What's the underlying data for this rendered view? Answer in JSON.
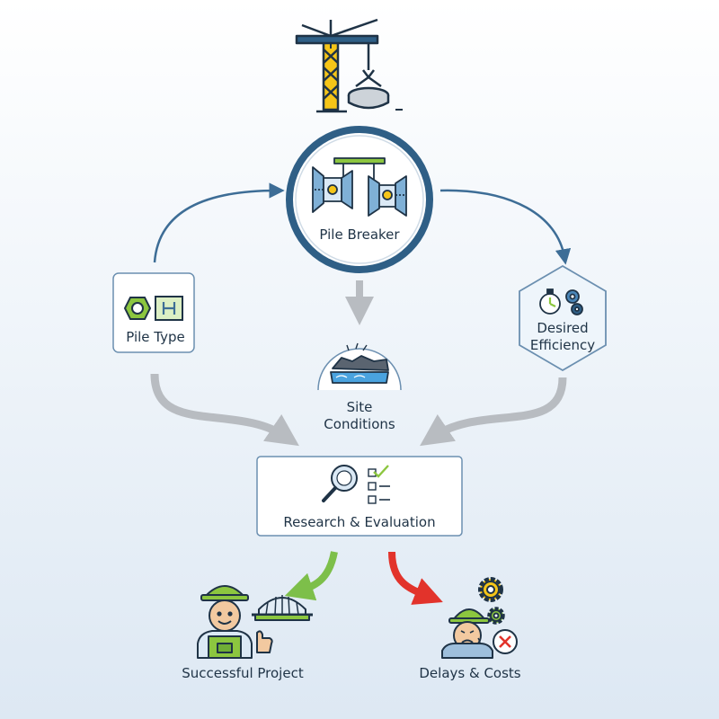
{
  "nodes": {
    "pile_breaker": "Pile Breaker",
    "pile_type": "Pile Type",
    "site_conditions": {
      "line1": "Site",
      "line2": "Conditions"
    },
    "desired_efficiency": {
      "line1": "Desired",
      "line2": "Efficiency"
    },
    "research": "Research & Evaluation",
    "success": "Successful Project",
    "delays": "Delays & Costs"
  },
  "colors": {
    "primary": "#2f5f86",
    "node_stroke": "#6b8fb0",
    "node_fill": "#eef5fb",
    "arrow_gray": "#b8bcc1",
    "success_green": "#7dbf4a",
    "failure_red": "#e2332b",
    "accent_yellow": "#f5c518"
  },
  "icons": {
    "top": "tower-crane-icon",
    "pile_breaker": "pile-breaker-icon",
    "pile_type": "pile-profile-icon",
    "site_conditions": "terrain-water-icon",
    "desired_efficiency": "stopwatch-gears-icon",
    "research": "magnifier-checklist-icon",
    "success": "worker-thumbs-up-bridge-icon",
    "delays": "worker-gears-error-icon"
  }
}
